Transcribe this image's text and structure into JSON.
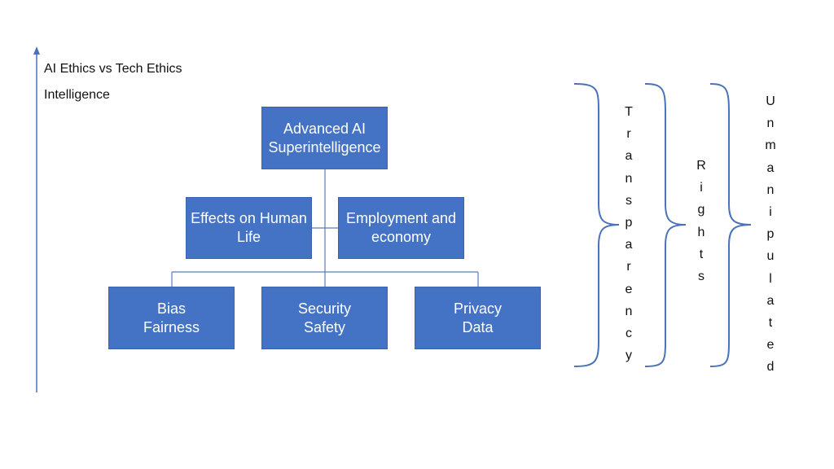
{
  "title": "AI Ethics vs Tech Ethics",
  "axis_label": "Intelligence",
  "colors": {
    "box": "#4472c4",
    "connector": "#5a7fb8",
    "brace": "#4a72b8"
  },
  "hierarchy": {
    "top": {
      "line1": "Advanced AI",
      "line2": "Superintelligence"
    },
    "middle": [
      {
        "line1": "Effects on Human",
        "line2": "Life"
      },
      {
        "line1": "Employment and",
        "line2": "economy"
      }
    ],
    "bottom": [
      {
        "line1": "Bias",
        "line2": "Fairness"
      },
      {
        "line1": "Security",
        "line2": "Safety"
      },
      {
        "line1": "Privacy",
        "line2": "Data"
      }
    ]
  },
  "braces": [
    {
      "word": "Transparency"
    },
    {
      "word": "Rights"
    },
    {
      "word": "Unmanipulated"
    }
  ]
}
